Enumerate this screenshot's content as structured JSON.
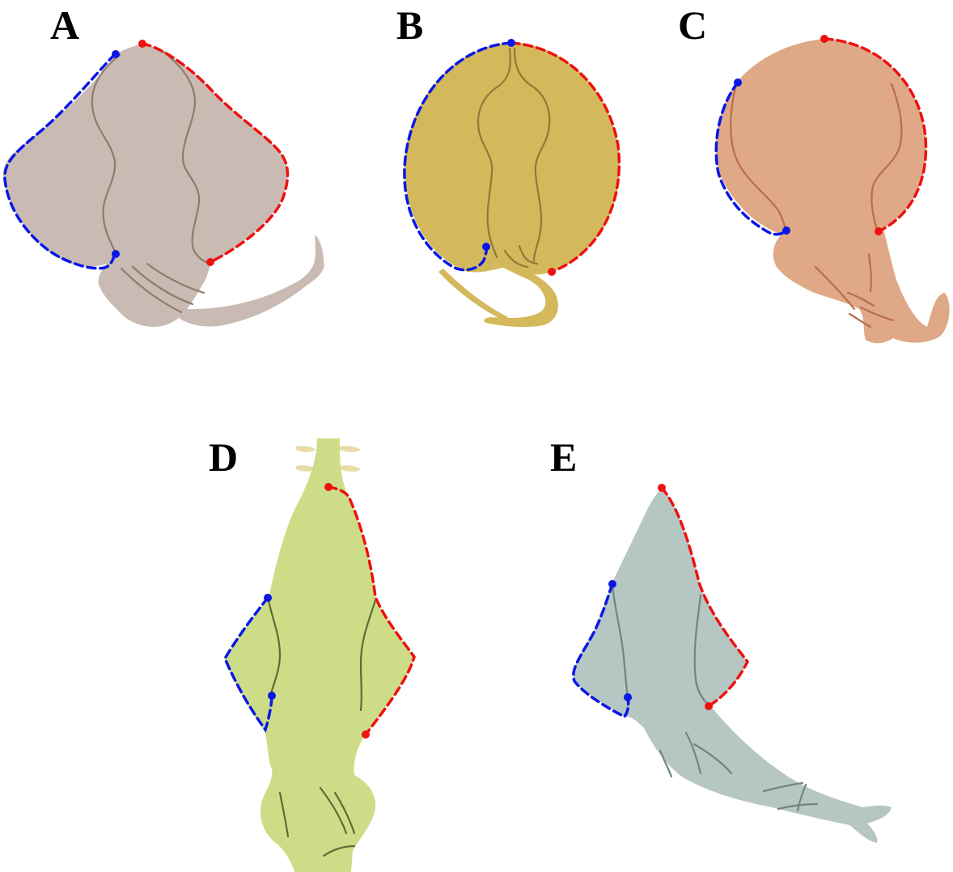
{
  "panels": [
    {
      "label": "A",
      "body_color": "#c9bbb3",
      "line_color": "#8f7c6a"
    },
    {
      "label": "B",
      "body_color": "#d3b95c",
      "line_color": "#8f7a38"
    },
    {
      "label": "C",
      "body_color": "#dfa886",
      "line_color": "#b86f45"
    },
    {
      "label": "D",
      "body_color": "#cddd87",
      "line_color": "#5f6b38"
    },
    {
      "label": "E",
      "body_color": "#b6c6c2",
      "line_color": "#6e867d"
    }
  ],
  "outline_colors": {
    "left": "#0a17e6",
    "right": "#ee1111"
  },
  "fin_tip_color": "#e9dca9"
}
